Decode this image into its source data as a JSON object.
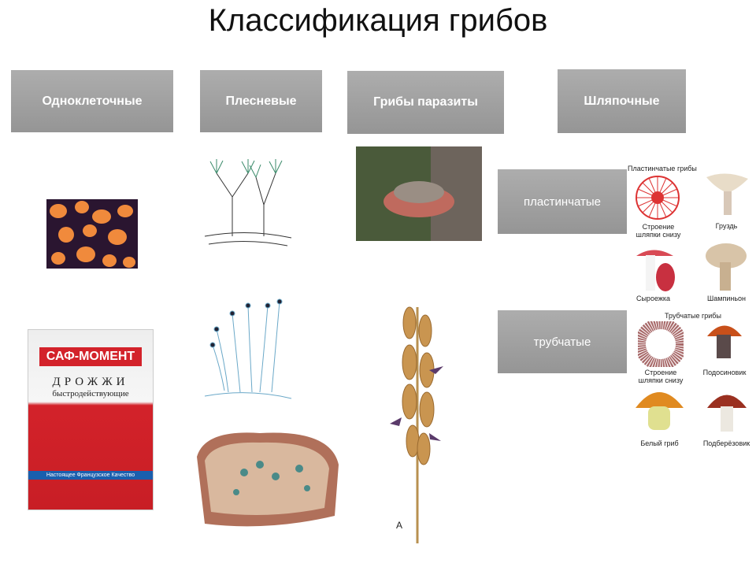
{
  "title": "Классификация грибов",
  "categories": [
    "Одноклеточные",
    "Плесневые",
    "Грибы паразиты",
    "Шляпочные"
  ],
  "subcategories": [
    "пластинчатые",
    "трубчатые"
  ],
  "yeast_pack": {
    "brand": "САФ-МОМЕНТ",
    "product": "ДРОЖЖИ",
    "subtitle": "быстродействующие",
    "banner": "Настоящее Французское Качество"
  },
  "gill_panel": {
    "heading": "Пластинчатые грибы",
    "structure": "Строение шляпки снизу",
    "mushrooms": [
      "Груздь",
      "Сыроежка",
      "Шампиньон"
    ]
  },
  "tube_panel": {
    "heading": "Трубчатые грибы",
    "structure": "Строение шляпки снизу",
    "mushrooms": [
      "Подосиновик",
      "Белый гриб",
      "Подберёзовик"
    ]
  },
  "ergot_label": "А"
}
